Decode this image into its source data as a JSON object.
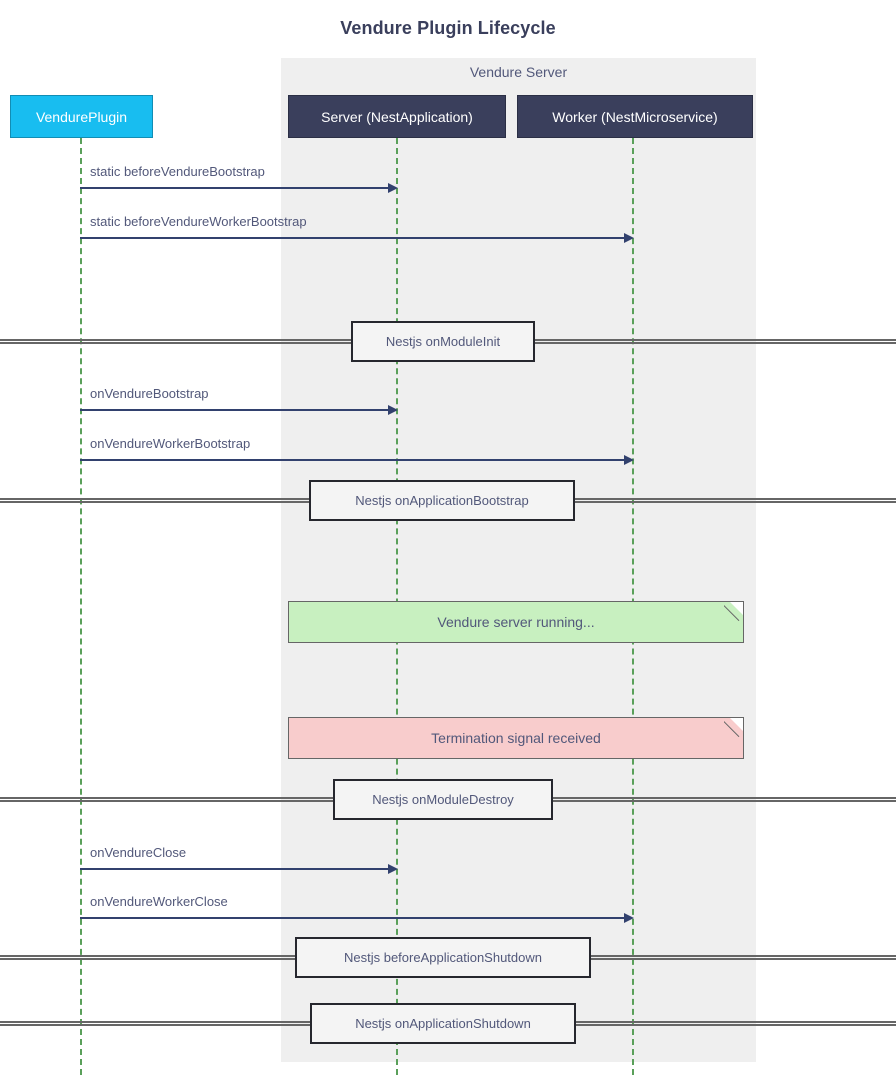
{
  "title": "Vendure Plugin Lifecycle",
  "colors": {
    "plugin_actor": "#18bdf0",
    "server_actor": "#3a3f5c",
    "group_background": "#efefef",
    "lifeline": "#5aa05a",
    "message_arrow": "#32416e",
    "text": "#52587a",
    "note_running": "#c8f0c0",
    "note_termination": "#f8cccc",
    "divider_rule": "#666666"
  },
  "group": {
    "label": "Vendure Server"
  },
  "participants": [
    {
      "id": "plugin",
      "label": "VendurePlugin",
      "kind": "plugin-actor"
    },
    {
      "id": "server",
      "label": "Server (NestApplication)",
      "kind": "server-actor"
    },
    {
      "id": "worker",
      "label": "Worker (NestMicroservice)",
      "kind": "server-actor"
    }
  ],
  "messages": [
    {
      "label": "static beforeVendureBootstrap",
      "from": "plugin",
      "to": "server"
    },
    {
      "label": "static beforeVendureWorkerBootstrap",
      "from": "plugin",
      "to": "worker"
    },
    {
      "label": "onVendureBootstrap",
      "from": "plugin",
      "to": "server"
    },
    {
      "label": "onVendureWorkerBootstrap",
      "from": "plugin",
      "to": "worker"
    },
    {
      "label": "onVendureClose",
      "from": "plugin",
      "to": "server"
    },
    {
      "label": "onVendureWorkerClose",
      "from": "plugin",
      "to": "worker"
    }
  ],
  "dividers": [
    {
      "label": "Nestjs onModuleInit"
    },
    {
      "label": "Nestjs onApplicationBootstrap"
    },
    {
      "label": "Nestjs onModuleDestroy"
    },
    {
      "label": "Nestjs beforeApplicationShutdown"
    },
    {
      "label": "Nestjs onApplicationShutdown"
    }
  ],
  "notes": [
    {
      "label": "Vendure server running...",
      "variant": "green"
    },
    {
      "label": "Termination signal received",
      "variant": "red"
    }
  ]
}
